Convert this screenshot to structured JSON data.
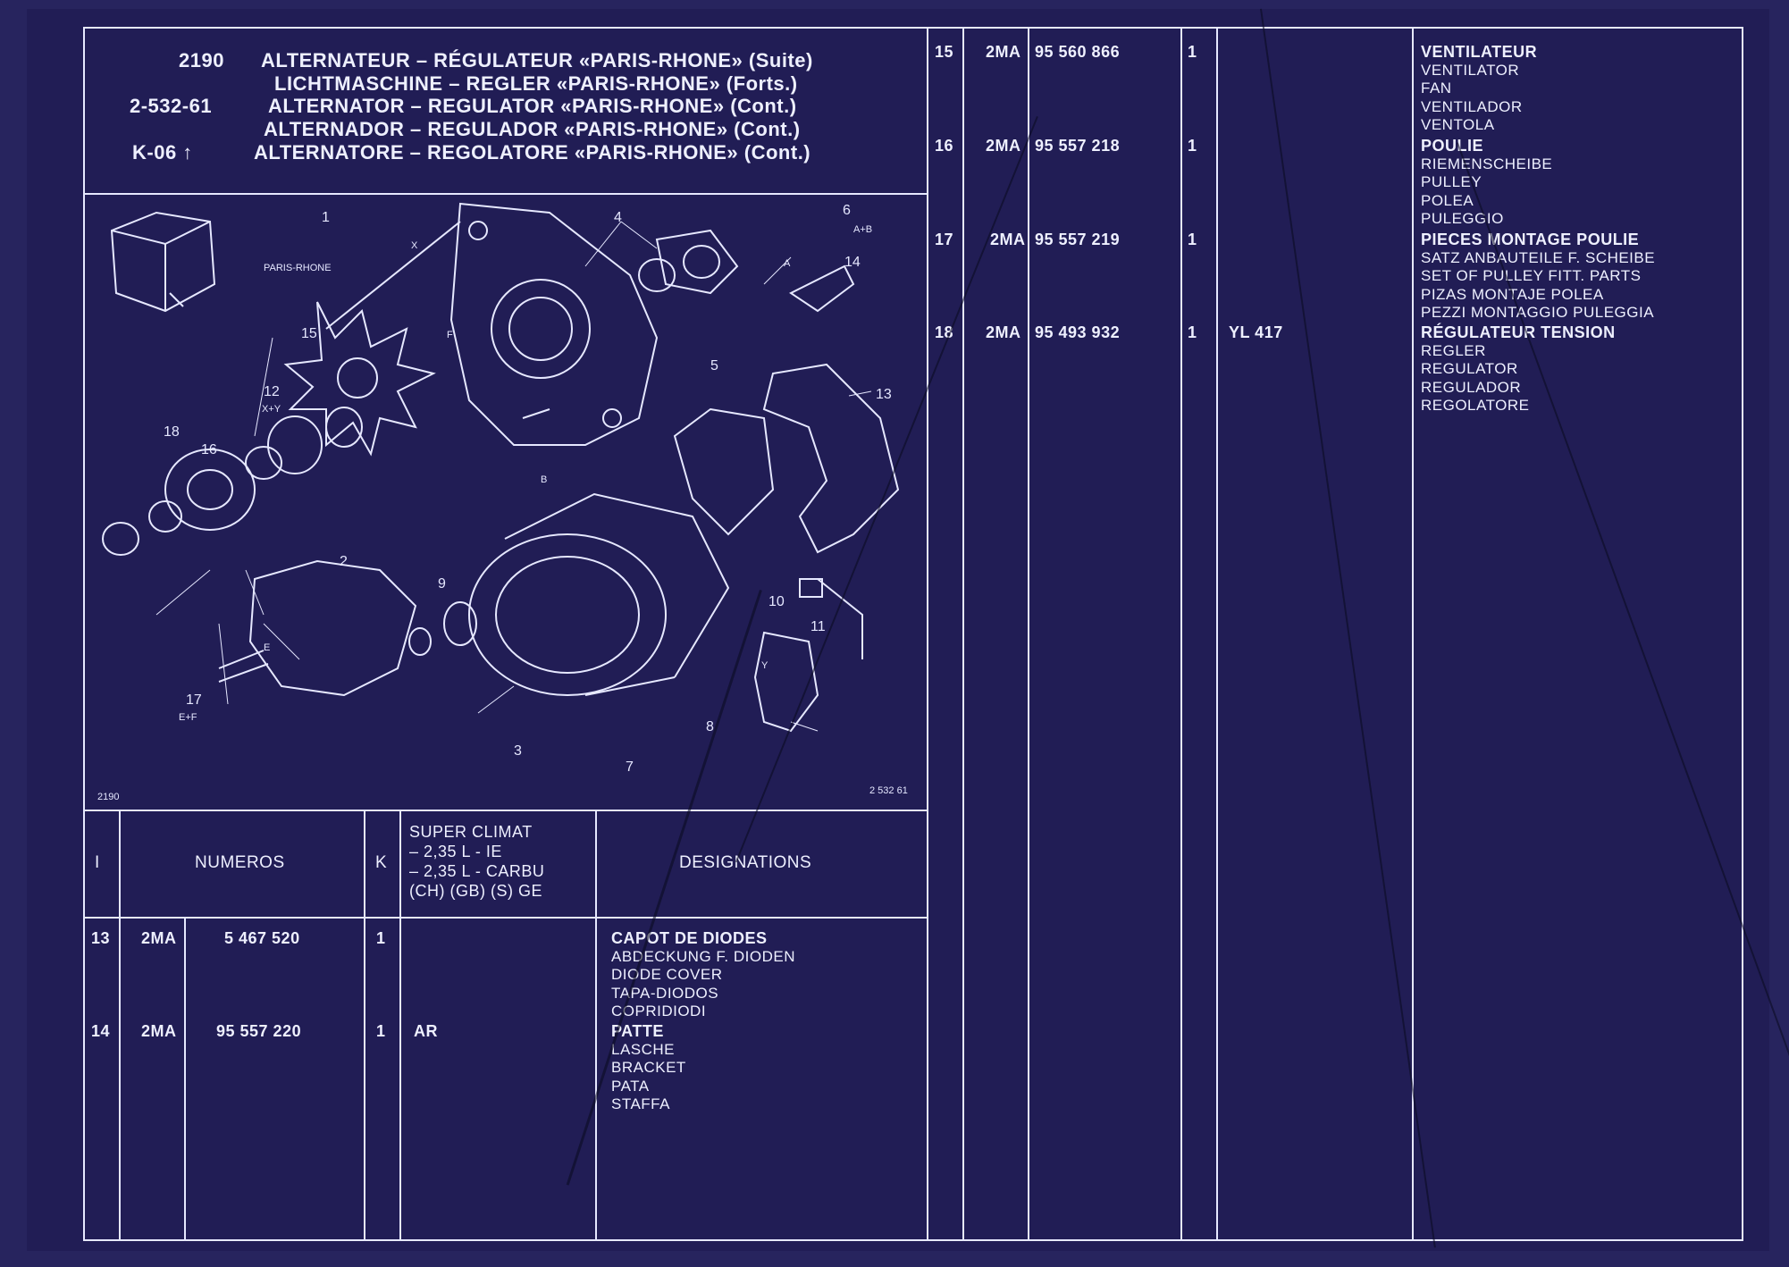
{
  "header": {
    "code1": "2190",
    "code2": "2-532-61",
    "code3": "K-06 ↑",
    "titles": [
      "ALTERNATEUR – RÉGULATEUR «PARIS-RHONE» (Suite)",
      "LICHTMASCHINE – REGLER «PARIS-RHONE» (Forts.)",
      "ALTERNATOR – REGULATOR «PARIS-RHONE» (Cont.)",
      "ALTERNADOR – REGULADOR «PARIS-RHONE» (Cont.)",
      "ALTERNATORE – REGOLATORE «PARIS-RHONE» (Cont.)"
    ]
  },
  "diagram": {
    "brand": "PARIS-RHONE",
    "callouts": [
      "1",
      "2",
      "3",
      "4",
      "5",
      "6",
      "7",
      "8",
      "9",
      "10",
      "11",
      "12",
      "13",
      "14",
      "15",
      "16",
      "17",
      "18"
    ],
    "letters": [
      "A",
      "B",
      "E",
      "F",
      "X",
      "Y"
    ],
    "groups": [
      "A+B",
      "X+Y",
      "E+F"
    ],
    "corner_left": "2190",
    "corner_right": "2 532 61"
  },
  "columns": {
    "index": "I",
    "numeros": "NUMEROS",
    "k": "K",
    "model": [
      "SUPER CLIMAT",
      "– 2,35 L - IE",
      "– 2,35 L - CARBU",
      "(CH) (GB) (S)  GE"
    ],
    "designations": "DESIGNATIONS"
  },
  "rows_left": [
    {
      "index": "13",
      "prefix": "2MA",
      "number": "5 467 520",
      "k": "1",
      "model": "",
      "designations": [
        "CAPOT DE DIODES",
        "ABDECKUNG F. DIODEN",
        "DIODE COVER",
        "TAPA-DIODOS",
        "COPRIDIODI"
      ]
    },
    {
      "index": "14",
      "prefix": "2MA",
      "number": "95 557 220",
      "k": "1",
      "model": "AR",
      "designations": [
        "PATTE",
        "LASCHE",
        "BRACKET",
        "PATA",
        "STAFFA"
      ]
    }
  ],
  "rows_right": [
    {
      "index": "15",
      "prefix": "2MA",
      "number": "95 560 866",
      "k": "1",
      "model": "",
      "designations": [
        "VENTILATEUR",
        "VENTILATOR",
        "FAN",
        "VENTILADOR",
        "VENTOLA"
      ]
    },
    {
      "index": "16",
      "prefix": "2MA",
      "number": "95 557 218",
      "k": "1",
      "model": "",
      "designations": [
        "POULIE",
        "RIEMENSCHEIBE",
        "PULLEY",
        "POLEA",
        "PULEGGIO"
      ]
    },
    {
      "index": "17",
      "prefix": "2MA",
      "number": "95 557 219",
      "k": "1",
      "model": "",
      "designations": [
        "PIECES MONTAGE POULIE",
        "SATZ ANBAUTEILE F. SCHEIBE",
        "SET OF PULLEY FITT. PARTS",
        "PIZAS MONTAJE POLEA",
        "PEZZI MONTAGGIO PULEGGIA"
      ]
    },
    {
      "index": "18",
      "prefix": "2MA",
      "number": "95 493 932",
      "k": "1",
      "model": "YL 417",
      "designations": [
        "RÉGULATEUR TENSION",
        "REGLER",
        "REGULATOR",
        "REGULADOR",
        "REGOLATORE"
      ]
    }
  ],
  "colors": {
    "paper": "#211d55",
    "ink": "#e6e8ff"
  }
}
